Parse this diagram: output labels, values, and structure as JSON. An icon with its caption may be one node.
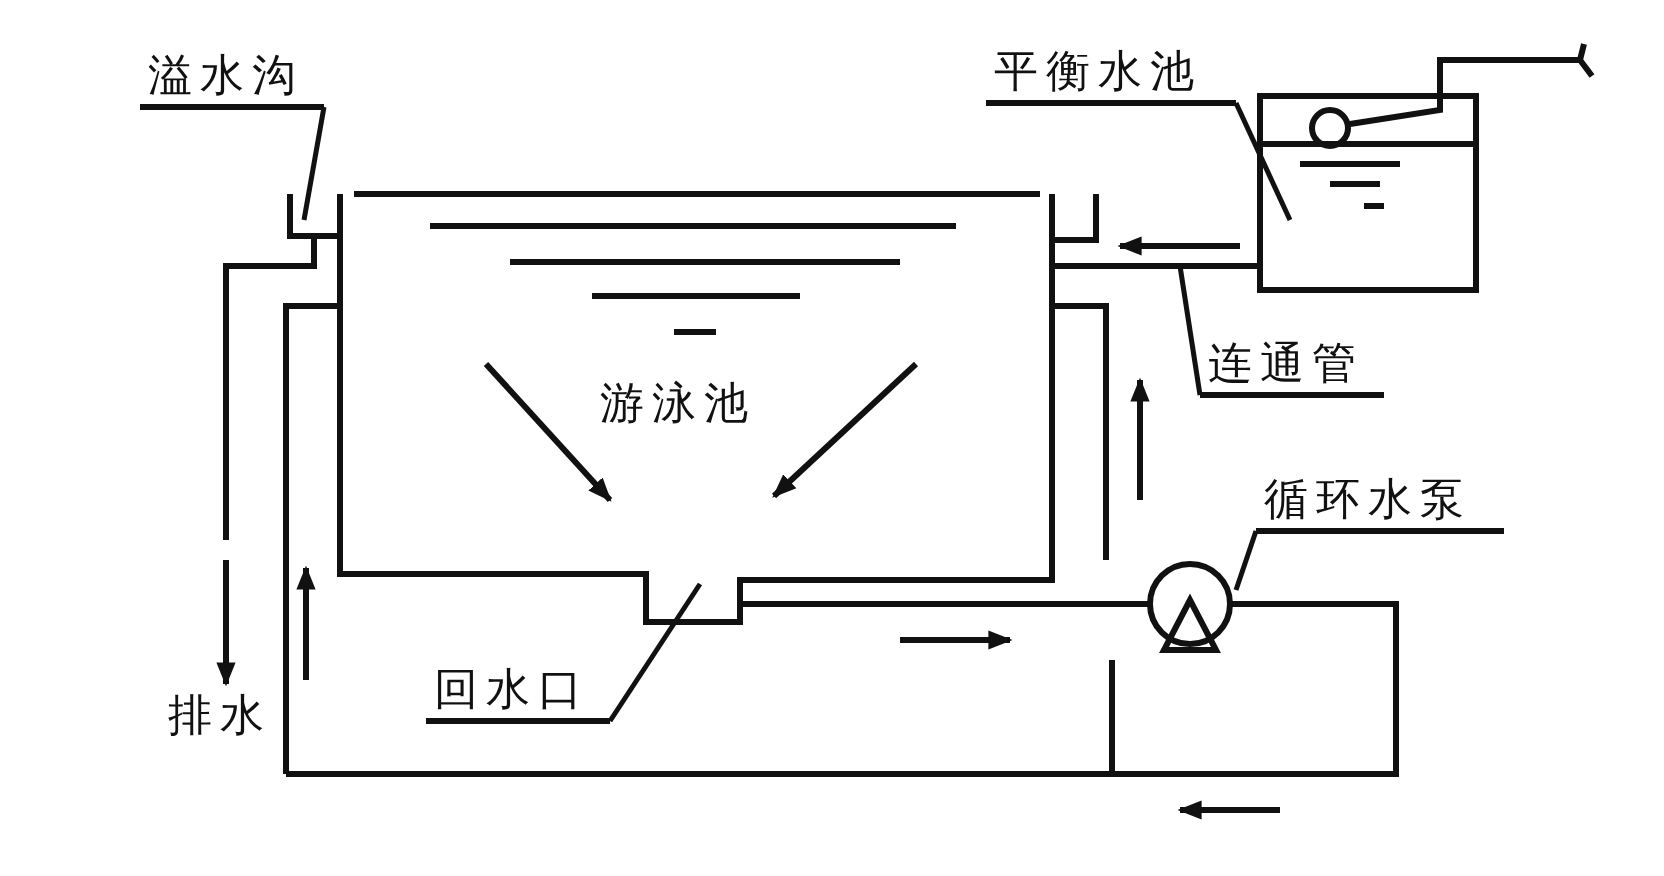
{
  "diagram": {
    "nodes": [
      {
        "text": [
          "溢水沟"
        ]
      },
      {
        "text": [
          "平衡水池"
        ]
      },
      {
        "text": [
          "连通管"
        ]
      },
      {
        "text": [
          "循环水泵"
        ]
      },
      {
        "text": [
          "回水口"
        ]
      }
    ],
    "edges": [
      {
        "from": 0,
        "to": null,
        "arrow": "none"
      },
      {
        "from": 1,
        "to": null,
        "arrow": "none"
      },
      {
        "from": 2,
        "to": null,
        "arrow": "none"
      },
      {
        "from": 3,
        "to": null,
        "arrow": "none"
      },
      {
        "from": 4,
        "to": null,
        "arrow": "none"
      }
    ],
    "labels": [
      "游泳池",
      "排水"
    ]
  }
}
